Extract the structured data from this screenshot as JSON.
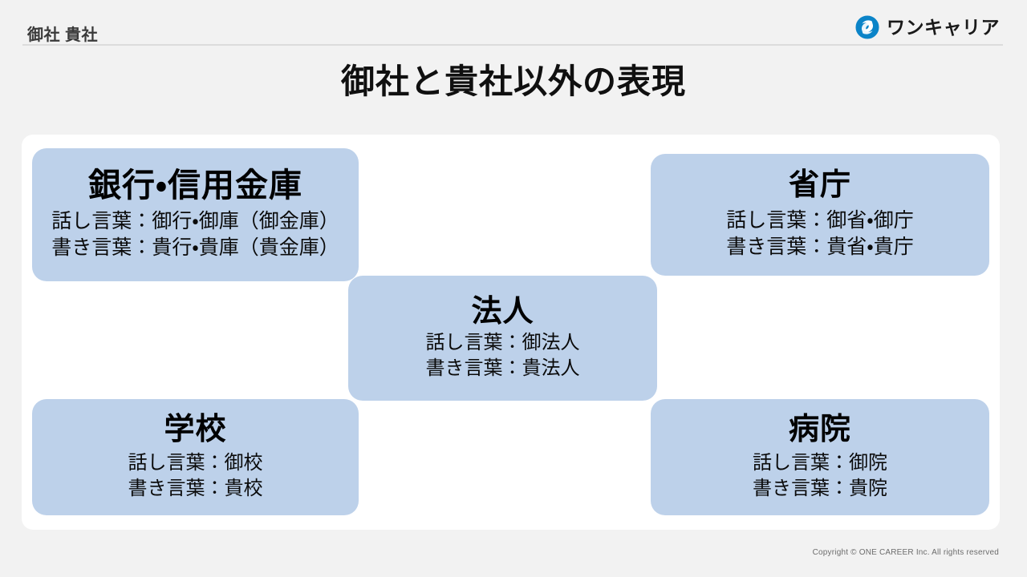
{
  "header": {
    "label": "御社 貴社",
    "brand": {
      "name": "ワンキャリア",
      "mark_icon": "swirl-logo-icon",
      "color": "#0b84c8"
    }
  },
  "title": "御社と貴社以外の表現",
  "panel": {
    "background": "#ffffff",
    "card_color": "#bdd1ea",
    "cards": [
      {
        "id": "bank",
        "heading": "銀行・信用金庫",
        "spoken": "話し言葉：御行・御庫（御金庫）",
        "written": "書き言葉：貴行・貴庫（貴金庫）"
      },
      {
        "id": "ministry",
        "heading": "省庁",
        "spoken": "話し言葉：御省・御庁",
        "written": "書き言葉：貴省・貴庁"
      },
      {
        "id": "corporation",
        "heading": "法人",
        "spoken": "話し言葉：御法人",
        "written": "書き言葉：貴法人"
      },
      {
        "id": "school",
        "heading": "学校",
        "spoken": "話し言葉：御校",
        "written": "書き言葉：貴校"
      },
      {
        "id": "hospital",
        "heading": "病院",
        "spoken": "話し言葉：御院",
        "written": "書き言葉：貴院"
      }
    ]
  },
  "footer": {
    "copyright": "Copyright © ONE CAREER Inc. All rights reserved"
  },
  "colors": {
    "page_background": "#f2f2f2",
    "divider": "#dcdcdc",
    "header_text": "#3a3a3a",
    "card_fill": "#bdd1ea",
    "brand_blue": "#0b84c8"
  }
}
